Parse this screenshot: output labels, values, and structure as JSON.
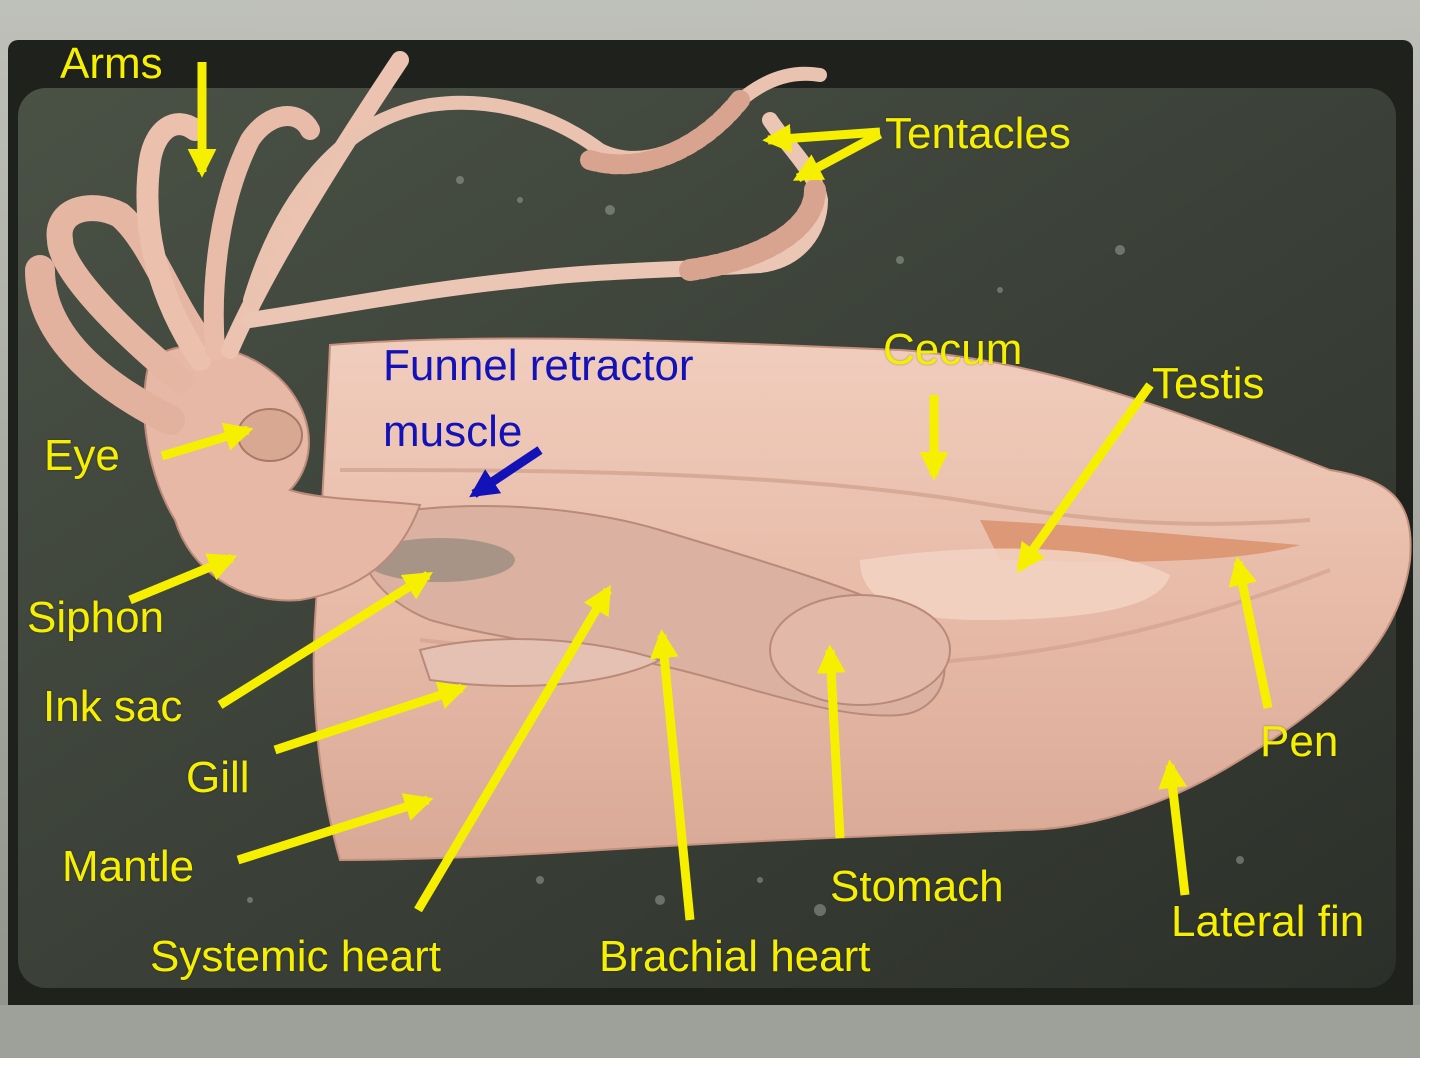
{
  "colors": {
    "label": "#f6f000",
    "label_alt": "#1212b8",
    "tray": "#3a3f36",
    "tray_rim": "#a7a8a2",
    "specimen": "#e9bfae"
  },
  "labels": {
    "arms": "Arms",
    "tentacles": "Tentacles",
    "funnel_retractor_line1": "Funnel retractor",
    "funnel_retractor_line2": "muscle",
    "cecum": "Cecum",
    "testis": "Testis",
    "eye": "Eye",
    "siphon": "Siphon",
    "ink_sac": "Ink sac",
    "gill": "Gill",
    "mantle": "Mantle",
    "systemic_heart": "Systemic heart",
    "brachial_heart": "Brachial heart",
    "stomach": "Stomach",
    "pen": "Pen",
    "lateral_fin": "Lateral fin"
  }
}
